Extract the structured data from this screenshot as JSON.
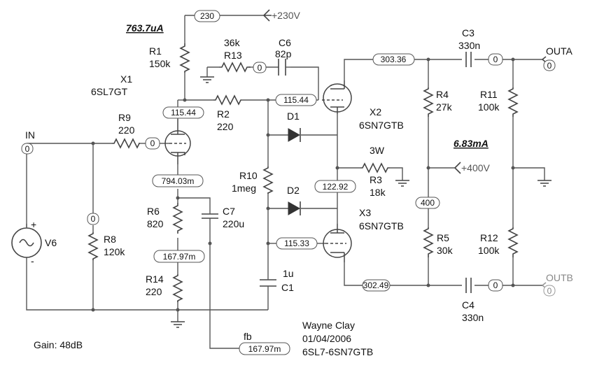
{
  "measurements": {
    "current_v1": "763.7uA",
    "current_out": "6.83mA",
    "supply_230": "+230V",
    "supply_400": "+400V"
  },
  "nodes": {
    "n230": "230",
    "n0_c6": "0",
    "n115_k": "115.44",
    "n115_g": "115.44",
    "n0_grid": "0",
    "n0_in": "0",
    "n794": "794.03m",
    "n0_r8": "0",
    "n167": "167.97m",
    "n303": "303.36",
    "n0_c3": "0",
    "n0_outa": "0",
    "n122": "122.92",
    "n400": "400",
    "n115_33": "115.33",
    "n302": "302.49",
    "n0_c4": "0",
    "n0_outb": "0",
    "nfb": "167.97m"
  },
  "labels": {
    "r1_name": "R1",
    "r1_val": "150k",
    "x1_name": "X1",
    "x1_val": "6SL7GT",
    "r13_val": "36k",
    "r13_name": "R13",
    "c6_name": "C6",
    "c6_val": "82p",
    "r2_name": "R2",
    "r2_val": "220",
    "r9_name": "R9",
    "r9_val": "220",
    "in": "IN",
    "d1": "D1",
    "d2": "D2",
    "r10_name": "R10",
    "r10_val": "1meg",
    "r3_watt": "3W",
    "r3_name": "R3",
    "r3_val": "18k",
    "x2_name": "X2",
    "x2_val": "6SN7GTB",
    "x3_name": "X3",
    "x3_val": "6SN7GTB",
    "r6_name": "R6",
    "r6_val": "820",
    "c7_name": "C7",
    "c7_val": "220u",
    "r8_name": "R8",
    "r8_val": "120k",
    "v6": "V6",
    "r14_name": "R14",
    "r14_val": "220",
    "c1_val": "1u",
    "c1_name": "C1",
    "c3_name": "C3",
    "c3_val": "330n",
    "r4_name": "R4",
    "r4_val": "27k",
    "r11_name": "R11",
    "r11_val": "100k",
    "r5_name": "R5",
    "r5_val": "30k",
    "r12_name": "R12",
    "r12_val": "100k",
    "c4_name": "C4",
    "c4_val": "330n",
    "outa": "OUTA",
    "outb": "OUTB",
    "fb": "fb",
    "plus": "+",
    "minus": "-"
  },
  "footer": {
    "gain": "Gain: 48dB",
    "author": "Wayne Clay",
    "date": "01/04/2006",
    "title": "6SL7-6SN7GTB"
  }
}
